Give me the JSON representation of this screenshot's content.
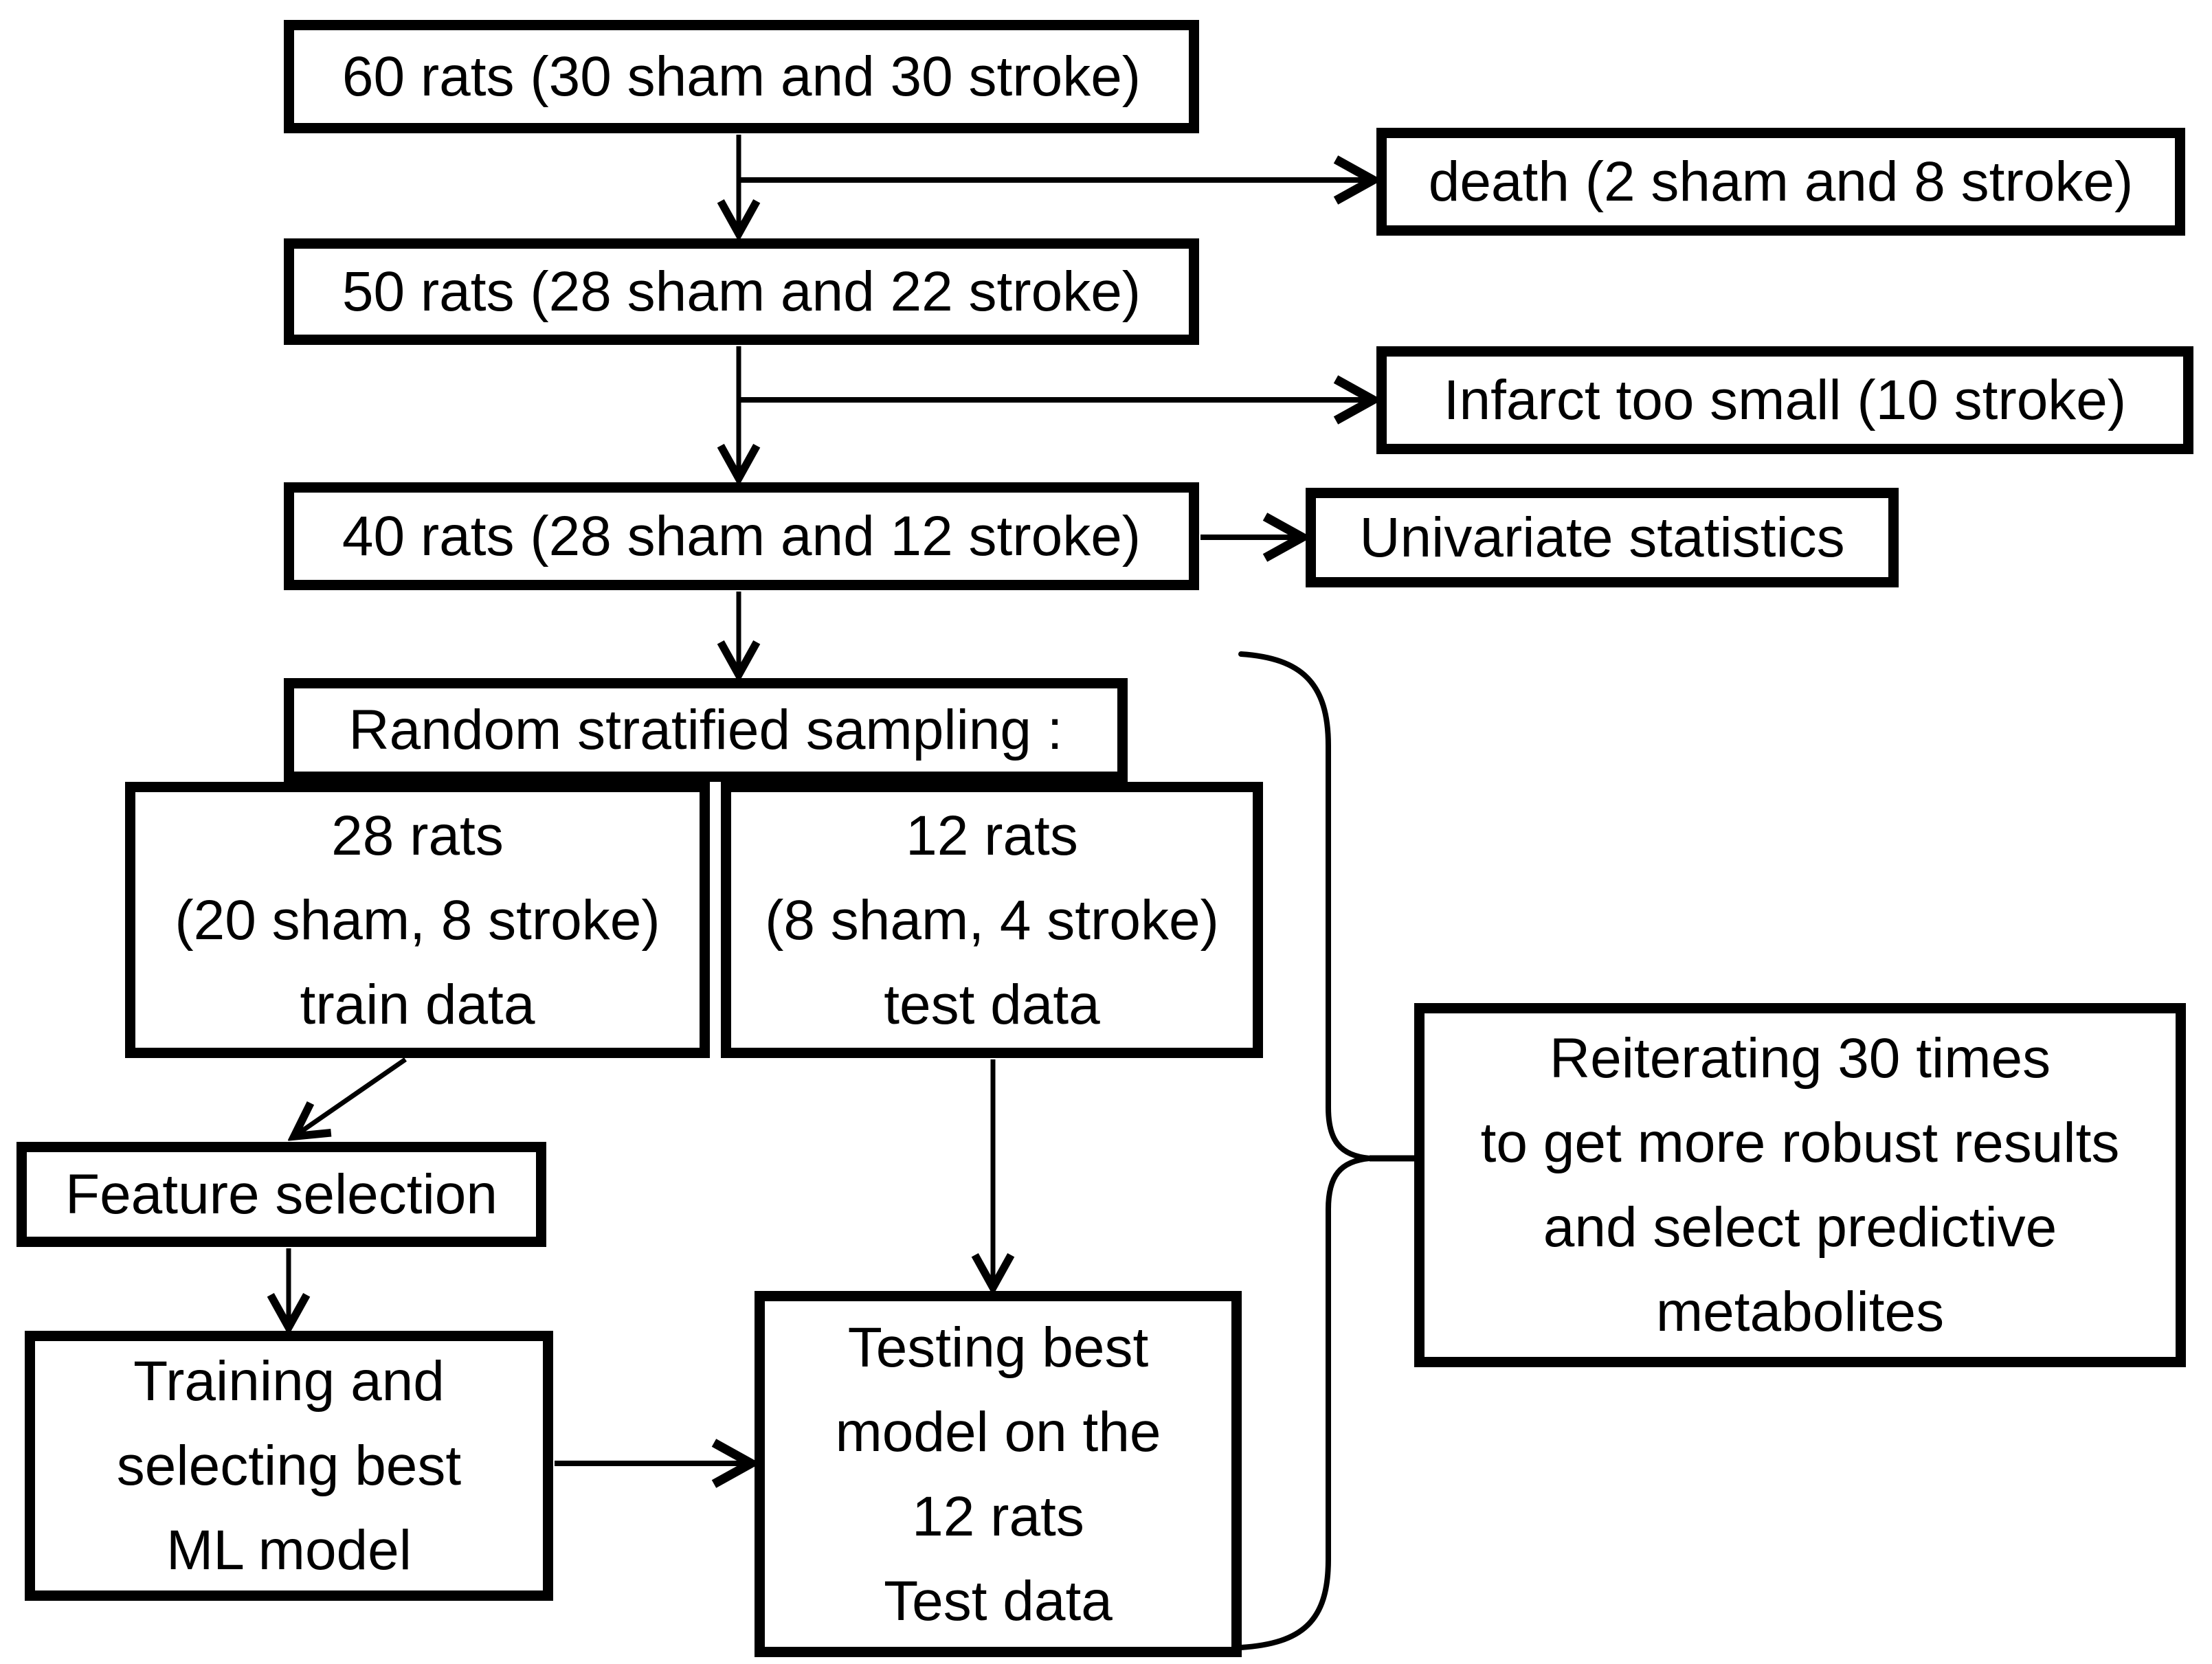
{
  "diagram": {
    "boxes": {
      "rats60": "60 rats (30 sham and 30 stroke)",
      "death": "death (2 sham and 8 stroke)",
      "rats50": "50 rats (28 sham and 22 stroke)",
      "infarct": "Infarct too small (10 stroke)",
      "rats40": "40 rats (28 sham and 12 stroke)",
      "univariate": "Univariate statistics",
      "sampling": "Random stratified sampling :",
      "train": "28 rats\n(20 sham, 8 stroke)\ntrain data",
      "test": "12 rats\n(8 sham, 4 stroke)\ntest data",
      "feature": "Feature selection",
      "training": "Training and\nselecting best\nML model",
      "testing": "Testing best\nmodel on the\n12 rats\nTest data",
      "reiterating": "Reiterating 30 times\nto get more robust results\nand select predictive\nmetabolites"
    },
    "colors": {
      "line": "#000000",
      "background": "#ffffff"
    }
  }
}
